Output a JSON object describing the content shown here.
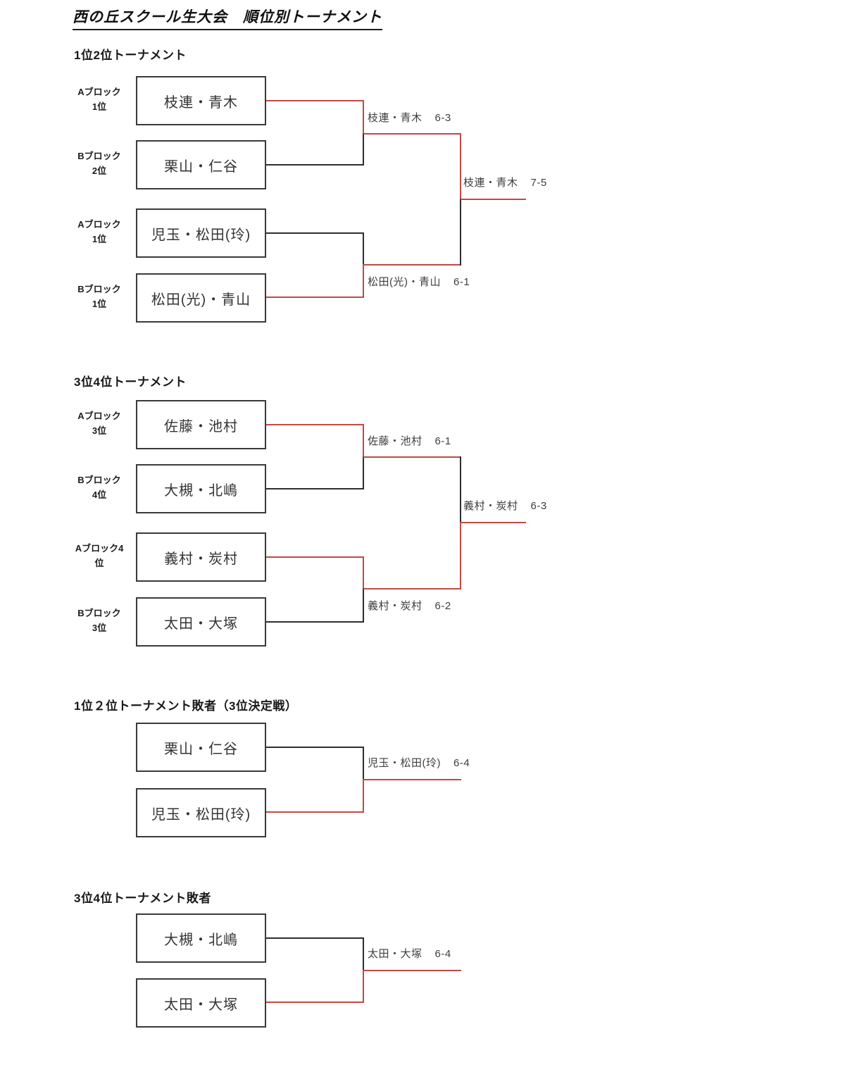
{
  "title": "西の丘スクール生大会　順位別トーナメント",
  "colors": {
    "winner_line": "#bf4a44",
    "loser_line": "#2e2e2e"
  },
  "sections": [
    {
      "heading": "1位2位トーナメント",
      "entries": [
        {
          "block": [
            "Aブロック",
            "1位"
          ],
          "team": "枝連・青木"
        },
        {
          "block": [
            "Bブロック",
            "2位"
          ],
          "team": "栗山・仁谷"
        },
        {
          "block": [
            "Aブロック",
            "1位"
          ],
          "team": "児玉・松田(玲)"
        },
        {
          "block": [
            "Bブロック",
            "1位"
          ],
          "team": "松田(光)・青山"
        }
      ],
      "results": [
        {
          "winner": "枝連・青木",
          "score": "6-3"
        },
        {
          "winner": "松田(光)・青山",
          "score": "6-1"
        },
        {
          "winner": "枝連・青木",
          "score": "7-5"
        }
      ]
    },
    {
      "heading": "3位4位トーナメント",
      "entries": [
        {
          "block": [
            "Aブロック",
            "3位"
          ],
          "team": "佐藤・池村"
        },
        {
          "block": [
            "Bブロック",
            "4位"
          ],
          "team": "大槻・北嶋"
        },
        {
          "block": [
            "Aブロック4",
            "位"
          ],
          "team": "義村・炭村"
        },
        {
          "block": [
            "Bブロック",
            "3位"
          ],
          "team": "太田・大塚"
        }
      ],
      "results": [
        {
          "winner": "佐藤・池村",
          "score": "6-1"
        },
        {
          "winner": "義村・炭村",
          "score": "6-2"
        },
        {
          "winner": "義村・炭村",
          "score": "6-3"
        }
      ]
    },
    {
      "heading": "1位２位トーナメント敗者（3位決定戦）",
      "entries": [
        {
          "team": "栗山・仁谷"
        },
        {
          "team": "児玉・松田(玲)"
        }
      ],
      "results": [
        {
          "winner": "児玉・松田(玲)",
          "score": "6-4"
        }
      ]
    },
    {
      "heading": "3位4位トーナメント敗者",
      "entries": [
        {
          "team": "大槻・北嶋"
        },
        {
          "team": "太田・大塚"
        }
      ],
      "results": [
        {
          "winner": "太田・大塚",
          "score": "6-4"
        }
      ]
    }
  ]
}
